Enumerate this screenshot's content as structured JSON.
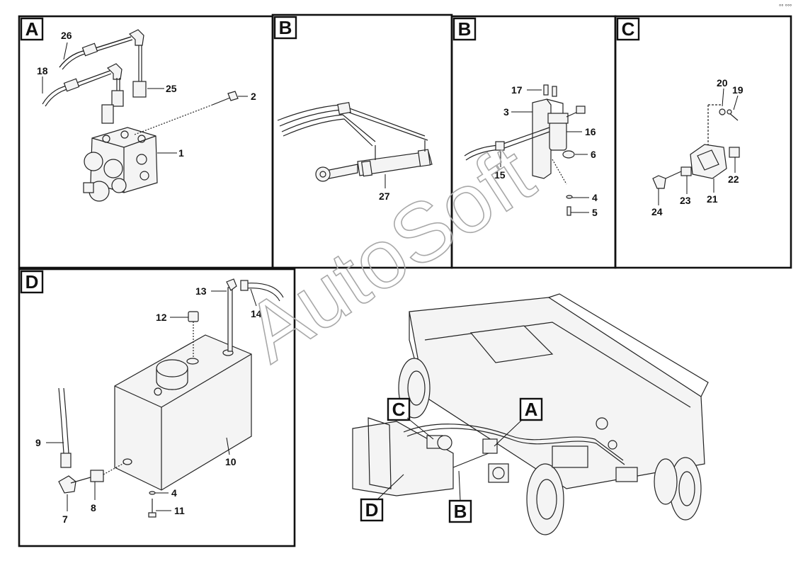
{
  "watermark": "AutoSoft",
  "corner_mark": "°° °°°",
  "panels": {
    "A": {
      "letter": "A",
      "labels": [
        "26",
        "18",
        "25",
        "2",
        "1"
      ]
    },
    "B1": {
      "letter": "B",
      "labels": [
        "27"
      ]
    },
    "B2": {
      "letter": "B",
      "labels": [
        "17",
        "3",
        "16",
        "6",
        "15",
        "4",
        "5"
      ]
    },
    "C": {
      "letter": "C",
      "labels": [
        "20",
        "19",
        "22",
        "24",
        "23",
        "21"
      ]
    },
    "D": {
      "letter": "D",
      "labels": [
        "13",
        "14",
        "12",
        "9",
        "10",
        "4",
        "8",
        "11",
        "7"
      ]
    }
  },
  "callouts": [
    "C",
    "A",
    "D",
    "B"
  ]
}
